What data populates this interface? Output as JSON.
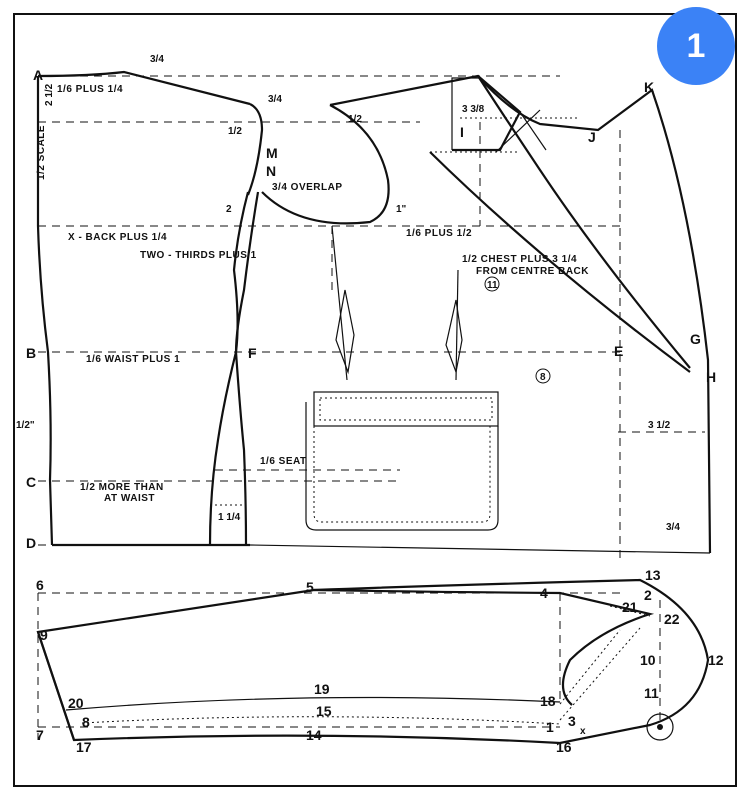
{
  "badge": "1",
  "points": {
    "A": "A",
    "B": "B",
    "C": "C",
    "D": "D",
    "E": "E",
    "F": "F",
    "G": "G",
    "H": "H",
    "J": "J",
    "K": "K",
    "M": "M",
    "N": "N",
    "I": "I",
    "n2": "2",
    "n3": "3",
    "n4": "4",
    "n5": "5",
    "n6": "6",
    "n7": "7",
    "n8": "8",
    "n9": "9",
    "n10": "10",
    "n11": "11",
    "n12": "12",
    "n13": "13",
    "n14": "14",
    "n15": "15",
    "n16": "16",
    "n17": "17",
    "n18": "18",
    "n19": "19",
    "n20": "20",
    "n21": "21",
    "n22": "22",
    "n1": "1",
    "x": "x"
  },
  "labels": {
    "sixth_plus_quarter": "1/6 PLUS 1/4",
    "three_quarter_top": "3/4",
    "three_quarter_neck": "3/4",
    "half_a": "1/2",
    "half_b": "1/2",
    "two_half": "2 1/2",
    "half_scale": "1/2 SCALE",
    "overlap": "3/4 OVERLAP",
    "two": "2",
    "one_in": "1\"",
    "sixth_plus_half": "1/6 PLUS 1/2",
    "x_back": "X - BACK PLUS 1/4",
    "two_thirds": "TWO - THIRDS   PLUS 1",
    "three_three_eighths": "3 3/8",
    "chest_1": "1/2 CHEST  PLUS 3 1/4",
    "chest_2": "FROM CENTRE BACK",
    "waist": "1/6 WAIST PLUS 1",
    "half_side": "1/2\"",
    "seat": "1/6 SEAT",
    "more_1": "1/2 MORE THAN",
    "more_2": "AT WAIST",
    "one_quarter": "1 1/4",
    "three_half": "3 1/2",
    "three_quarter_hem": "3/4",
    "circ_11": "11",
    "circ_8": "8"
  }
}
